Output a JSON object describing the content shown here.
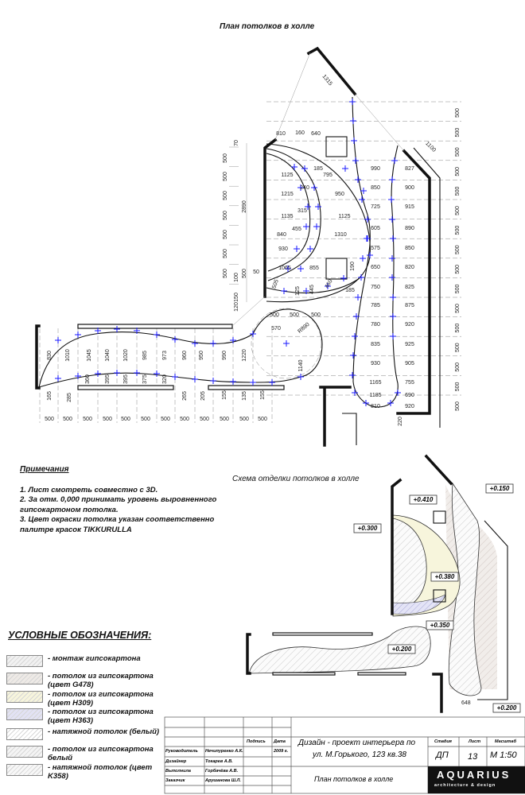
{
  "plan": {
    "title": "План потолков в холле",
    "dims_top": [
      "810",
      "160",
      "640"
    ],
    "dims_diag": [
      "1315",
      "1100",
      "220"
    ],
    "dims_left": [
      "70",
      "500",
      "500",
      "500",
      "500",
      "500",
      "500",
      "500",
      "100",
      "500",
      "150",
      "120",
      "2890",
      "50"
    ],
    "dims_crescent": [
      "1125",
      "1215",
      "1135",
      "840",
      "930",
      "1065",
      "185",
      "795",
      "240",
      "950",
      "315",
      "1125",
      "455",
      "1310",
      "855",
      "190",
      "185",
      "505",
      "125",
      "445",
      "460"
    ],
    "dims_strip_left": [
      "990",
      "850",
      "725",
      "605",
      "575",
      "650",
      "750",
      "785",
      "780",
      "835",
      "930",
      "1165",
      "1185",
      "810"
    ],
    "dims_strip_right": [
      "827",
      "900",
      "915",
      "890",
      "850",
      "820",
      "825",
      "875",
      "920",
      "925",
      "905",
      "755",
      "690",
      "920"
    ],
    "dims_right_col": [
      "500",
      "500",
      "500",
      "500",
      "500",
      "500",
      "500",
      "500",
      "500",
      "500",
      "500",
      "500",
      "500",
      "500",
      "500",
      "500"
    ],
    "dims_corridor_top": [
      "830",
      "1010",
      "1045",
      "1040",
      "1020",
      "985",
      "973",
      "960",
      "950",
      "990",
      "1220",
      "1140"
    ],
    "dims_corridor_bottom": [
      "165",
      "285",
      "360",
      "395",
      "395",
      "375",
      "320",
      "265",
      "205",
      "155",
      "135",
      "155"
    ],
    "dims_corridor_row": [
      "500",
      "500",
      "500",
      "500",
      "500",
      "500",
      "500",
      "500",
      "500",
      "500",
      "500",
      "500"
    ],
    "dims_circle": [
      "500",
      "500",
      "500",
      "570",
      "R890"
    ]
  },
  "notes": {
    "title": "Примечания",
    "items": [
      "1. Лист смотреть совместно с 3D.",
      "2. За отм. 0,000 принимать уровень выровненного",
      "гипсокартоном потолка.",
      "3. Цвет окраски потолка указан соответственно",
      "палитре красок  TIKKURULLA"
    ]
  },
  "schema": {
    "title": "Схема отделки потолков в холле",
    "levels": [
      "+0.410",
      "+0.300",
      "+0.380",
      "+0.350",
      "+0.200",
      "+0.150",
      "+0.200"
    ],
    "dim": "648"
  },
  "legend": {
    "title": "УСЛОВНЫЕ ОБОЗНАЧЕНИЯ:",
    "items": [
      {
        "text": "- монтаж гипсокартона",
        "color": "#f1f1f1"
      },
      {
        "text": "- потолок из гипсокартона (цвет G478)",
        "color": "#eeeae6"
      },
      {
        "text": "- потолок из гипсокартона (цвет H309)",
        "color": "#f7f5dc"
      },
      {
        "text": "- потолок из гипсокартона (цвет H363)",
        "color": "#e2e2f4"
      },
      {
        "text": "- натяжной потолок (белый)",
        "color": "#ffffff"
      },
      {
        "text": "- потолок из гипсокартона белый",
        "color": "#f4f4f4"
      },
      {
        "text": "- натяжной потолок (цвет K358)",
        "color": "#f7f7f7"
      }
    ]
  },
  "titleblock": {
    "col_sign": "Подпись",
    "col_date": "Дата",
    "roles": [
      "Руководитель",
      "Дизайнер",
      "Выполнила",
      "Заказчик"
    ],
    "names": [
      "Нечипуренко А.К.",
      "Токарев А.В.",
      "Горбачёва А.В.",
      "Арушанова Ш.Л."
    ],
    "date": "2009 г.",
    "project": "Дизайн - проект интерьера по",
    "address": "ул. М.Горького, 123 кв.38",
    "sheet_title": "План потолков в холле",
    "stage_label": "Стадия",
    "sheet_label": "Лист",
    "scale_label": "Масштаб",
    "stage": "ДП",
    "sheet": "13",
    "scale": "М 1:50",
    "logo": "AQUARIUS",
    "logo_sub": "architecture & design"
  },
  "colors": {
    "marker": "#1a1aff",
    "yellow": "#f7f5dc",
    "violet": "#dcdcf2"
  }
}
